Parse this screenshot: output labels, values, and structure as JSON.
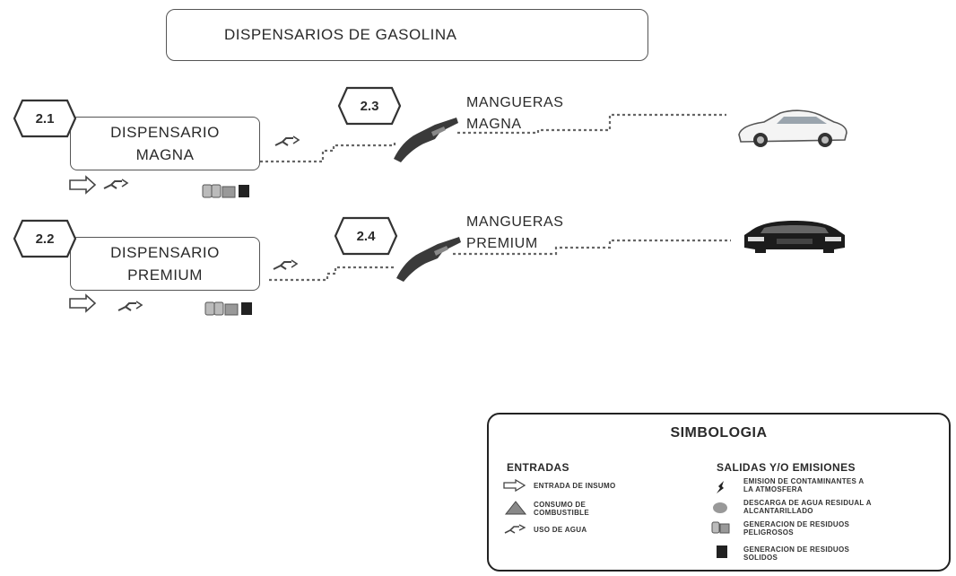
{
  "title": "DISPENSARIOS DE GASOLINA",
  "processes": [
    {
      "id": "2.1",
      "line1": "DISPENSARIO",
      "line2": "MAGNA"
    },
    {
      "id": "2.2",
      "line1": "DISPENSARIO",
      "line2": "PREMIUM"
    }
  ],
  "hoses": [
    {
      "id": "2.3",
      "line1": "MANGUERAS",
      "line2": "MAGNA"
    },
    {
      "id": "2.4",
      "line1": "MANGUERAS",
      "line2": "PREMIUM"
    }
  ],
  "legend": {
    "title": "SIMBOLOGIA",
    "inputs_heading": "ENTRADAS",
    "outputs_heading": "SALIDAS Y/O EMISIONES",
    "inputs": [
      {
        "icon": "arrow-input-icon",
        "label": "ENTRADA DE INSUMO"
      },
      {
        "icon": "fuel-triangle-icon",
        "label_line1": "CONSUMO DE",
        "label_line2": "COMBUSTIBLE"
      },
      {
        "icon": "water-tap-icon",
        "label": "USO DE AGUA"
      }
    ],
    "outputs": [
      {
        "icon": "emission-icon",
        "label_line1": "EMISION DE CONTAMINANTES A",
        "label_line2": "LA ATMOSFERA"
      },
      {
        "icon": "wastewater-icon",
        "label_line1": "DESCARGA DE AGUA RESIDUAL A",
        "label_line2": "ALCANTARILLADO"
      },
      {
        "icon": "hazardous-waste-icon",
        "label_line1": "GENERACION DE RESIDUOS",
        "label_line2": "PELIGROSOS"
      },
      {
        "icon": "solid-waste-icon",
        "label_line1": "GENERACION DE RESIDUOS",
        "label_line2": "SOLIDOS"
      }
    ]
  }
}
